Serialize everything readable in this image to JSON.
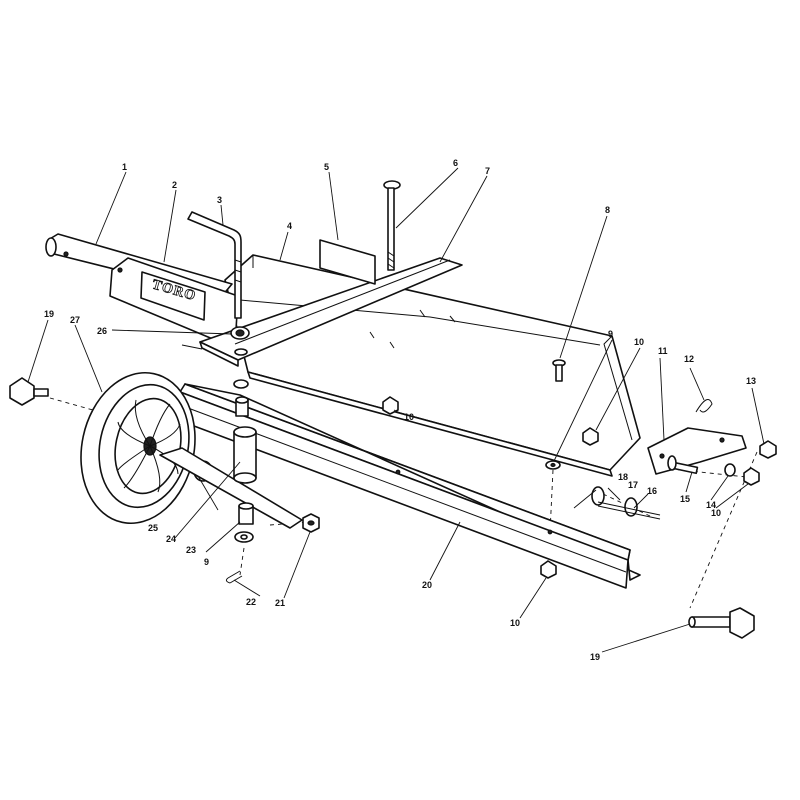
{
  "logo": {
    "text": "TORO"
  },
  "callouts": [
    {
      "id": "c1",
      "label": "1"
    },
    {
      "id": "c2",
      "label": "2"
    },
    {
      "id": "c3",
      "label": "3"
    },
    {
      "id": "c4",
      "label": "4"
    },
    {
      "id": "c5",
      "label": "5"
    },
    {
      "id": "c6",
      "label": "6"
    },
    {
      "id": "c7",
      "label": "7"
    },
    {
      "id": "c8",
      "label": "8"
    },
    {
      "id": "c9a",
      "label": "9"
    },
    {
      "id": "c10a",
      "label": "10"
    },
    {
      "id": "c11",
      "label": "11"
    },
    {
      "id": "c12",
      "label": "12"
    },
    {
      "id": "c13",
      "label": "13"
    },
    {
      "id": "c19a",
      "label": "19"
    },
    {
      "id": "c27",
      "label": "27"
    },
    {
      "id": "c26",
      "label": "26"
    },
    {
      "id": "c10b",
      "label": "10"
    },
    {
      "id": "c18",
      "label": "18"
    },
    {
      "id": "c17",
      "label": "17"
    },
    {
      "id": "c16",
      "label": "16"
    },
    {
      "id": "c15",
      "label": "15"
    },
    {
      "id": "c14",
      "label": "14"
    },
    {
      "id": "c10c",
      "label": "10"
    },
    {
      "id": "c25",
      "label": "25"
    },
    {
      "id": "c24",
      "label": "24"
    },
    {
      "id": "c23",
      "label": "23"
    },
    {
      "id": "c9b",
      "label": "9"
    },
    {
      "id": "c22",
      "label": "22"
    },
    {
      "id": "c21",
      "label": "21"
    },
    {
      "id": "c20",
      "label": "20"
    },
    {
      "id": "c10d",
      "label": "10"
    },
    {
      "id": "c19b",
      "label": "19"
    }
  ]
}
